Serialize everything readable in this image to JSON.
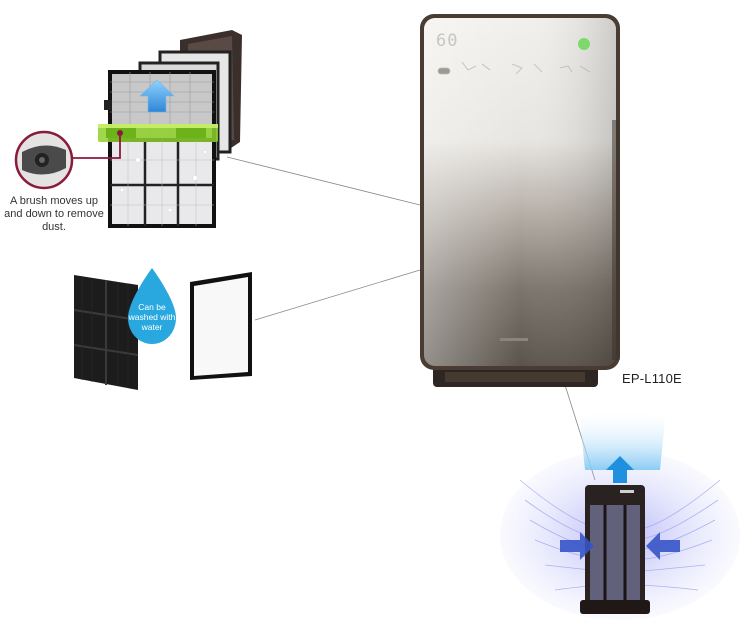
{
  "callout": {
    "text": "A brush moves up and down to remove dust."
  },
  "water_badge": {
    "text": "Can be washed with water",
    "color": "#29a8e0"
  },
  "display": {
    "digits": "60"
  },
  "model": {
    "name": "EP-L110E"
  },
  "colors": {
    "filter_highlight": "#8fd12b",
    "callout_ring": "#8b1a3a",
    "airflow": "#5f6fe0",
    "arrow": "#3a9be0"
  }
}
